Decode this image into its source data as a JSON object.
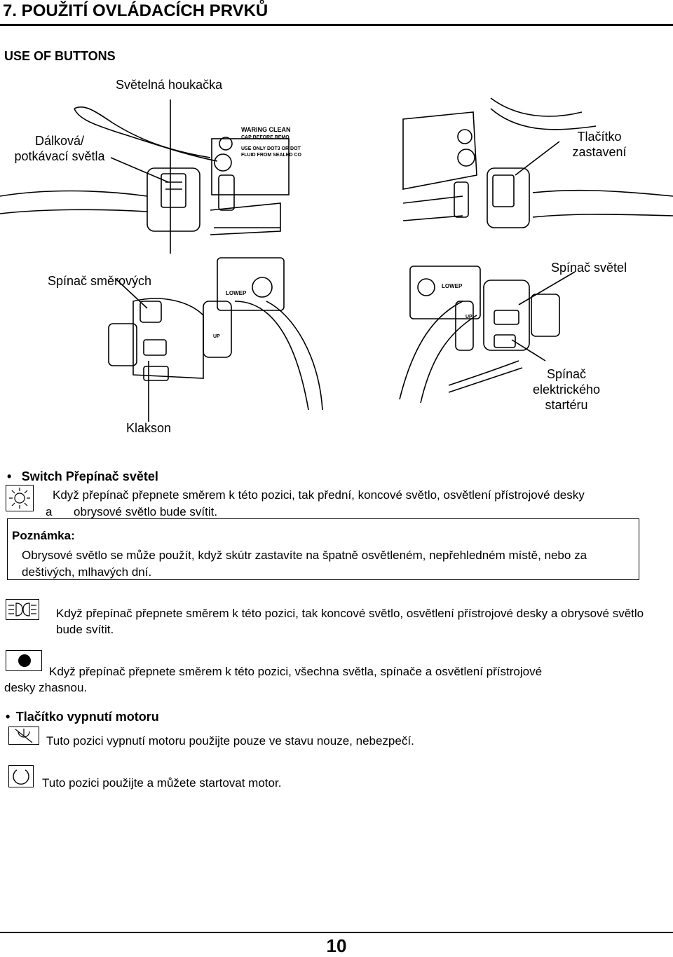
{
  "header": {
    "title": "7. POUŽITÍ OVLÁDACÍCH PRVKŮ"
  },
  "section": {
    "subtitle": "USE OF BUTTONS"
  },
  "figure": {
    "labels": {
      "horn_light": "Světelná houkačka",
      "high_beam_line1": "Dálková/",
      "high_beam_line2": "potkávací světla",
      "stop_line1": "Tlačítko",
      "stop_line2": "zastavení",
      "turn": "Spínač směrových",
      "lights": "Spínač světel",
      "horn": "Klakson",
      "starter_line1": "Spínač",
      "starter_line2": "elektrického",
      "starter_line3": "startéru"
    }
  },
  "switch_section": {
    "heading": "Switch Přepínač světel",
    "item1_text_line1": "Když přepínač přepnete směrem k této pozici, tak přední, koncové světlo, osvětlení přístrojové desky",
    "item1_text_line2_a": "a",
    "item1_text_line2_b": "obrysové světlo bude svítit.",
    "note": {
      "title": "Poznámka:",
      "text": "Obrysové světlo se může použít, když skútr zastavíte na špatně osvětleném, nepřehledném místě, nebo za deštivých, mlhavých dní."
    },
    "item2_text": "Když přepínač přepnete směrem k této pozici, tak koncové světlo, osvětlení přístrojové desky a obrysové světlo bude svítit.",
    "item3_text_line1": "Když přepínač přepnete směrem k této pozici, všechna světla, spínače a osvětlení přístrojové",
    "item3_text_line2": "desky zhasnou."
  },
  "engine_section": {
    "heading": "Tlačítko vypnutí motoru",
    "item1_text": "Tuto pozici vypnutí motoru použijte pouze ve stavu nouze, nebezpečí.",
    "item2_text": "Tuto pozici použijte a můžete startovat motor."
  },
  "illustration_text": {
    "warning_left": "WARING CLEAN",
    "warning_left2": "CAP BEFORE REMO",
    "warning_left3": "USE ONLY DOT3 OR DOT",
    "warning_left4": "FLUID FROM SEALED CO",
    "lowep_left": "LOWEP",
    "lowep_right": "LOWEP",
    "up": "UP"
  },
  "footer": {
    "page_number": "10"
  },
  "icons": [
    "headlight-icon",
    "position-light-icon",
    "lights-off-icon",
    "engine-stop-icon",
    "engine-run-icon"
  ]
}
